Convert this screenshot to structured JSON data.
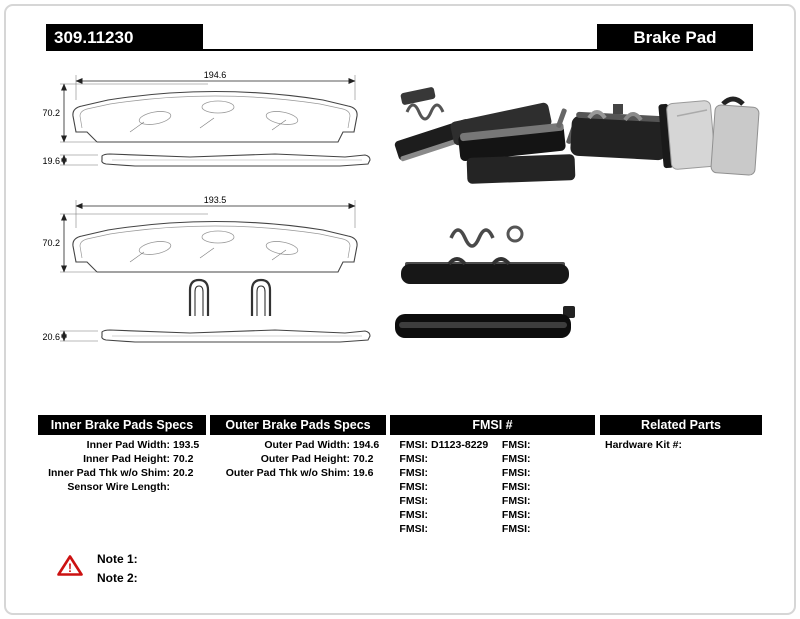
{
  "header": {
    "part_number": "309.11230",
    "product_name": "Brake Pad"
  },
  "drawings": {
    "outer": {
      "width": "194.6",
      "height": "70.2",
      "thickness": "19.6"
    },
    "inner": {
      "width": "193.5",
      "height": "70.2",
      "thickness": "20.6"
    }
  },
  "specs": {
    "inner": {
      "header": "Inner Brake Pads Specs",
      "rows": [
        {
          "label": "Inner Pad Width:",
          "value": "193.5"
        },
        {
          "label": "Inner Pad Height:",
          "value": "70.2"
        },
        {
          "label": "Inner Pad Thk w/o Shim:",
          "value": "20.2"
        },
        {
          "label": "Sensor Wire Length:",
          "value": ""
        }
      ]
    },
    "outer": {
      "header": "Outer Brake Pads Specs",
      "rows": [
        {
          "label": "Outer Pad Width:",
          "value": "194.6"
        },
        {
          "label": "Outer Pad Height:",
          "value": "70.2"
        },
        {
          "label": "Outer Pad Thk w/o Shim:",
          "value": "19.6"
        }
      ]
    },
    "fmsi": {
      "header": "FMSI #",
      "left_rows": [
        {
          "label": "FMSI:",
          "value": "D1123-8229"
        },
        {
          "label": "FMSI:",
          "value": ""
        },
        {
          "label": "FMSI:",
          "value": ""
        },
        {
          "label": "FMSI:",
          "value": ""
        },
        {
          "label": "FMSI:",
          "value": ""
        },
        {
          "label": "FMSI:",
          "value": ""
        },
        {
          "label": "FMSI:",
          "value": ""
        }
      ],
      "right_rows": [
        {
          "label": "FMSI:",
          "value": ""
        },
        {
          "label": "FMSI:",
          "value": ""
        },
        {
          "label": "FMSI:",
          "value": ""
        },
        {
          "label": "FMSI:",
          "value": ""
        },
        {
          "label": "FMSI:",
          "value": ""
        },
        {
          "label": "FMSI:",
          "value": ""
        },
        {
          "label": "FMSI:",
          "value": ""
        }
      ]
    },
    "related": {
      "header": "Related Parts",
      "rows": [
        {
          "label": "Hardware Kit #:",
          "value": ""
        }
      ]
    }
  },
  "notes": {
    "items": [
      {
        "label": "Note 1:"
      },
      {
        "label": "Note 2:"
      }
    ]
  },
  "colors": {
    "bar_bg": "#000000",
    "bar_text": "#ffffff",
    "warning": "#cc1111"
  }
}
